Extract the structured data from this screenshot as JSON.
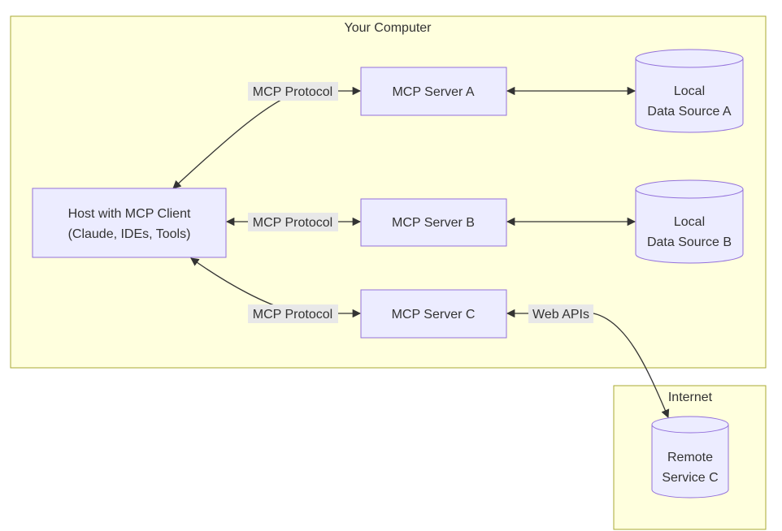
{
  "clusters": {
    "computer": {
      "title": "Your Computer"
    },
    "internet": {
      "title": "Internet"
    }
  },
  "nodes": {
    "host": {
      "line1": "Host with MCP Client",
      "line2": "(Claude, IDEs, Tools)"
    },
    "server_a": {
      "label": "MCP Server A"
    },
    "server_b": {
      "label": "MCP Server B"
    },
    "server_c": {
      "label": "MCP Server C"
    },
    "data_a": {
      "line1": "Local",
      "line2": "Data Source A"
    },
    "data_b": {
      "line1": "Local",
      "line2": "Data Source B"
    },
    "remote_c": {
      "line1": "Remote",
      "line2": "Service C"
    }
  },
  "edges": {
    "host_a": "MCP Protocol",
    "host_b": "MCP Protocol",
    "host_c": "MCP Protocol",
    "c_remote": "Web APIs"
  },
  "colors": {
    "cluster_fill": "#ffffde",
    "cluster_stroke": "#aaaa33",
    "node_fill": "#ececff",
    "node_stroke": "#9370db",
    "label_bg": "#e8e8e8",
    "edge": "#333333"
  }
}
